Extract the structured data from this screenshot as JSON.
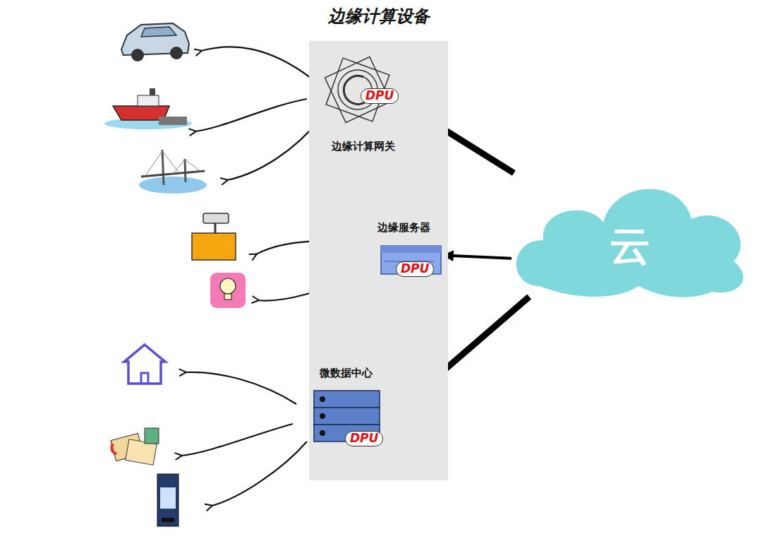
{
  "diagram": {
    "title": "边缘计算设备",
    "nodes": [
      {
        "text": [
          "边缘计算设备"
        ]
      },
      {
        "text": [
          "DPU",
          "边缘计算网关"
        ],
        "in": 0
      },
      {
        "text": [
          "边缘服务器",
          "DPU"
        ],
        "in": 0
      },
      {
        "text": [
          "微数据中心",
          "DPU"
        ],
        "in": 0
      },
      {
        "text": [
          "云"
        ]
      }
    ],
    "edges": [
      {
        "from": 4,
        "to": 1,
        "arrow": "to"
      },
      {
        "from": 4,
        "to": 2,
        "arrow": "to"
      },
      {
        "from": 4,
        "to": 3,
        "arrow": "to"
      }
    ]
  }
}
